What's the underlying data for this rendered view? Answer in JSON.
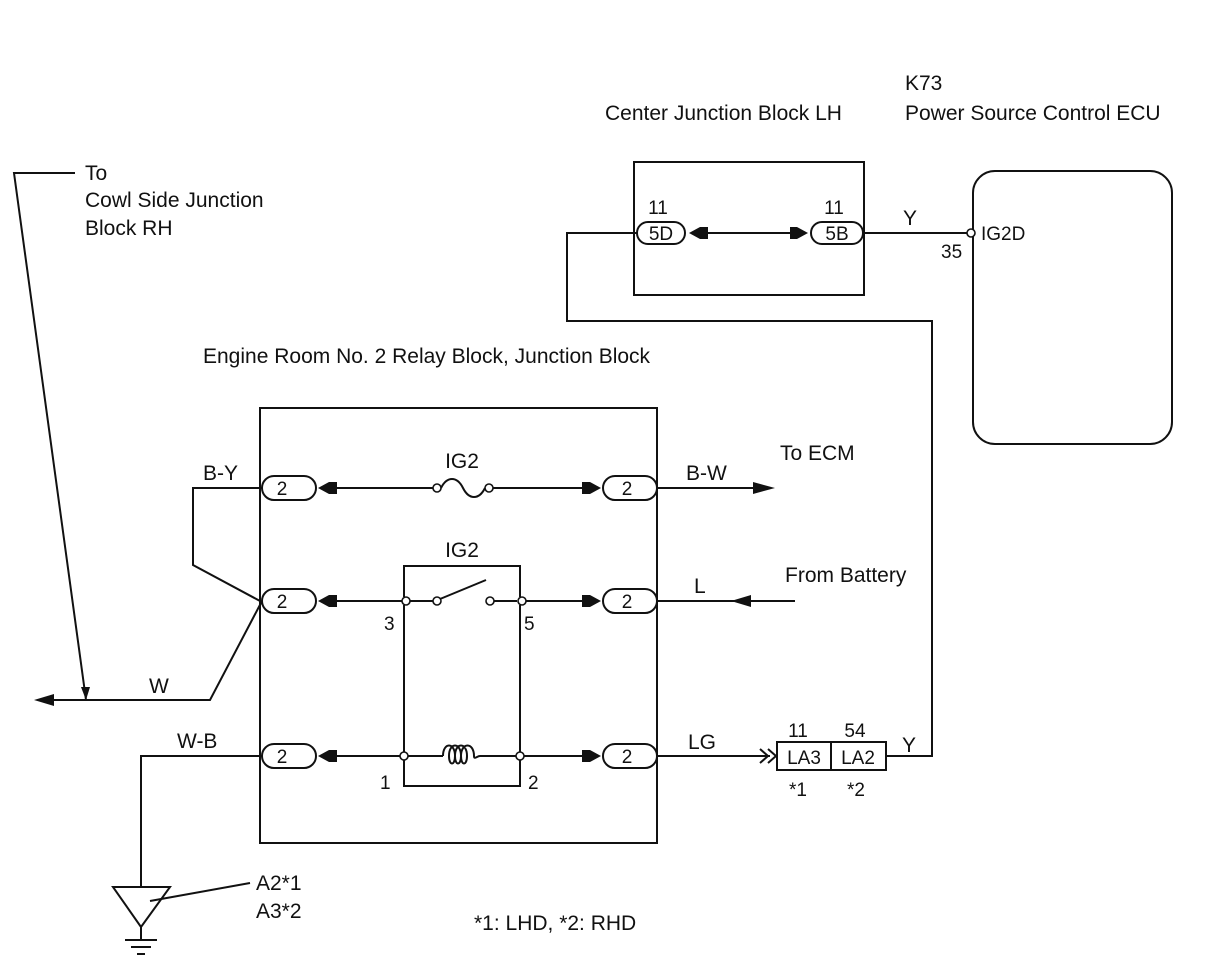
{
  "components": {
    "ecu_connector_id": "K73",
    "ecu_name": "Power Source Control ECU",
    "center_jb_name": "Center Junction Block LH",
    "relay_block_name": "Engine Room No. 2 Relay Block, Junction Block",
    "cowl_to": "To",
    "cowl_line1": "Cowl Side Junction",
    "cowl_line2": "Block RH"
  },
  "center_jb": {
    "left_pin": "11",
    "left_connector": "5D",
    "right_pin": "11",
    "right_connector": "5B"
  },
  "ecu": {
    "terminal": "IG2D",
    "pin": "35"
  },
  "relay_block": {
    "fuse_label": "IG2",
    "relay_label": "IG2",
    "connector": "2",
    "relay_pins": {
      "p1": "1",
      "p2": "2",
      "p3": "3",
      "p5": "5"
    }
  },
  "wires": {
    "y_ecu": "Y",
    "y_la": "Y",
    "b_y": "B-Y",
    "b_w": "B-W",
    "l": "L",
    "w": "W",
    "w_b": "W-B",
    "lg": "LG"
  },
  "destinations": {
    "to_ecm": "To ECM",
    "from_battery": "From Battery"
  },
  "la_connectors": {
    "la3_pin": "11",
    "la3_name": "LA3",
    "la3_note": "*1",
    "la2_pin": "54",
    "la2_name": "LA2",
    "la2_note": "*2"
  },
  "ground": {
    "label1": "A2*1",
    "label2": "A3*2"
  },
  "legend": "*1: LHD, *2: RHD"
}
